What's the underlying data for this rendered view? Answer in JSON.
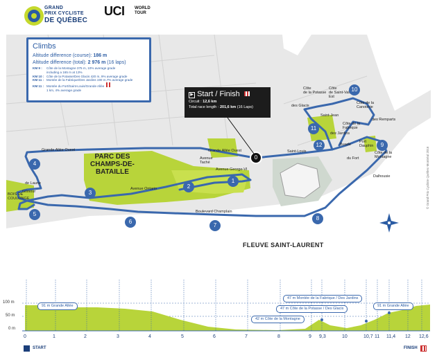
{
  "header": {
    "logo_line1": "GRAND",
    "logo_line2": "PRIX CYCLISTE",
    "logo_line3": "DE QUÉBEC",
    "uci": "UCI",
    "uci_sub1": "WORLD",
    "uci_sub2": "TOUR"
  },
  "climbs": {
    "title": "Climbs",
    "course_label": "Altitude difference (course):",
    "course_value": "186 m",
    "total_label": "Altitude difference (total):",
    "total_value": "2 976 m",
    "total_note": "(16 laps)",
    "items": [
      {
        "km": "KM 9 :",
        "text": "Côte de la Montagne 375 m, 10% average grade"
      },
      {
        "km": "",
        "text": "including a 165 m at 13%"
      },
      {
        "km": "KM 10 :",
        "text": "Côte de la Potasse/Des Glacis 420 m, 9% average grade"
      },
      {
        "km": "KM 11 :",
        "text": "Montée de la Fabrique/Des Jardins 190 m,7% average grade"
      },
      {
        "km": "KM 11 :",
        "text": "Montée du Fort/Saint-Louis/Grande Allée"
      },
      {
        "km": "",
        "text": "1 km, 4% average grade"
      }
    ]
  },
  "start_finish": {
    "title": "Start / Finish",
    "circuit_label": "Circuit :",
    "circuit_value": "12,6 km",
    "length_label": "Total race length :",
    "length_value": "201,6 km",
    "length_note": "(16 Laps)"
  },
  "markers": [
    "0",
    "1",
    "2",
    "3",
    "4",
    "5",
    "6",
    "7",
    "8",
    "9",
    "10",
    "11",
    "12"
  ],
  "streets": {
    "grande_allee_ouest_1": "Grande Allée Ouest",
    "grande_allee_ouest_2": "Grande Allée Ouest",
    "saint_louis": "Saint-Louis",
    "avenue_tache_1": "Avenue",
    "avenue_tache_2": "Taché",
    "georges_vi": "Avenue George-VI",
    "ontario": "Avenue Ontario",
    "champlain": "Boulevard Champlain",
    "de_laune": "de Laune",
    "gilmour": "Gilmour",
    "bois_1": "BOIS DE",
    "bois_2": "COULONGE",
    "glacis": "des Glacis",
    "potasse_1": "Côte",
    "potasse_2": "de la Potasse",
    "saint_vallier_1": "Côte",
    "saint_vallier_2": "de Saint-Vallier",
    "saint_vallier_3": "Est",
    "canoterie_1": "Côte de la",
    "canoterie_2": "Canoterie",
    "rampart": "des Remparts",
    "saint_jean": "Saint-Jean",
    "fabrique_1": "Côte de la",
    "fabrique_2": "Fabrique",
    "jardins": "des Jardins",
    "buade": "Buade",
    "du_fort": "du Fort",
    "port_dauphin_1": "Port",
    "port_dauphin_2": "Dauphin",
    "montagne_1": "Côte de la",
    "montagne_2": "Montagne",
    "dalhousie": "Dalhousie"
  },
  "places": {
    "park_1": "PARC DES",
    "park_2": "CHAMPS-DE-",
    "park_3": "BATAILLE",
    "river": "FLEUVE SAINT-LAURENT"
  },
  "credit": "© Grand Prix Cycliste Québec-Montréal 2016",
  "profile": {
    "y_labels": [
      "100 m",
      "50 m",
      "0 m"
    ],
    "x_ticks": [
      "0",
      "1",
      "2",
      "3",
      "4",
      "5",
      "6",
      "7",
      "8",
      "9",
      "9,3",
      "10",
      "10,7",
      "11",
      "11,4",
      "12",
      "12,6"
    ],
    "annotations": [
      {
        "text": "91 m Grande Allée"
      },
      {
        "text": "47 m Montée de la Fabrique / Des Jardins"
      },
      {
        "text": "47 m Côte de la Potasse / Des Glacis"
      },
      {
        "text": "91 m Grande Allée"
      },
      {
        "text": "42 m Côte de la Montagne"
      }
    ],
    "start_label": "START",
    "finish_label": "FINISH"
  },
  "colors": {
    "route_blue": "#3a68ad",
    "park_green": "#b8d43a",
    "river": "#ffffff"
  }
}
